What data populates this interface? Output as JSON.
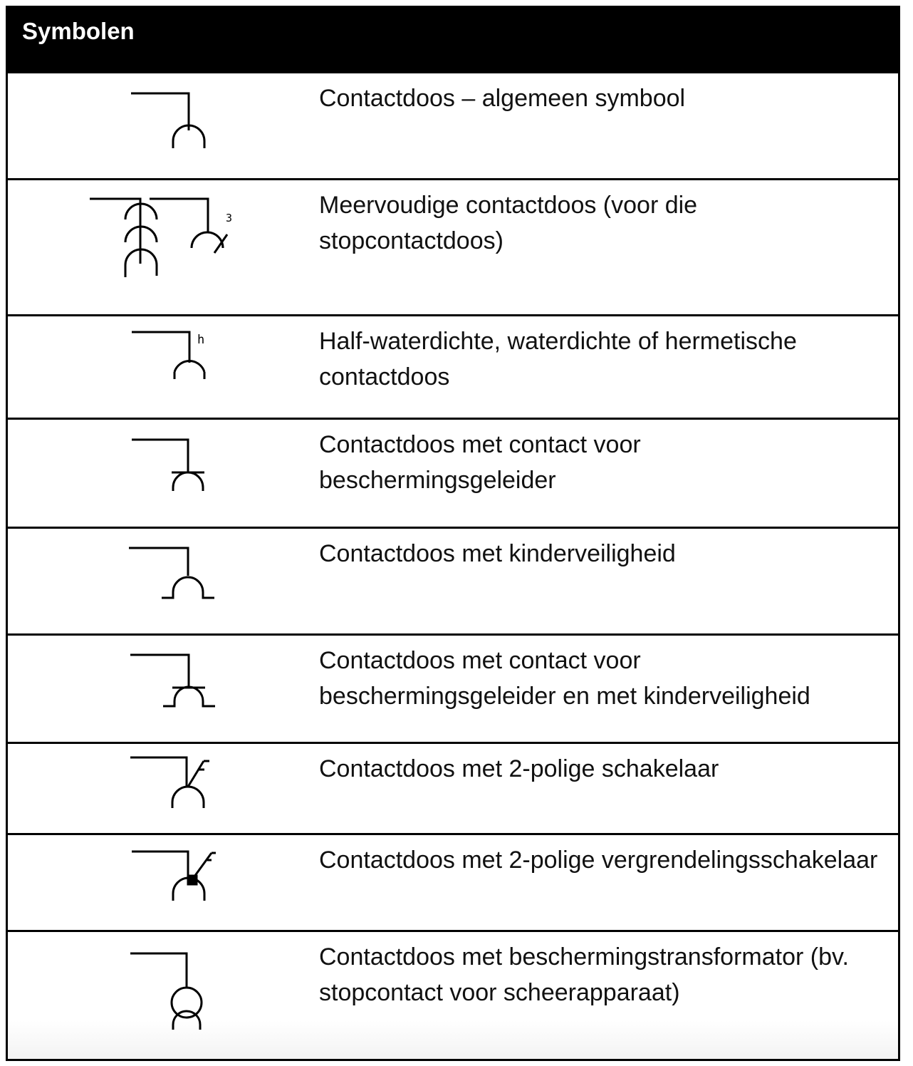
{
  "table": {
    "header": "Symbolen",
    "rows": [
      {
        "symbol": "socket-general-icon",
        "description": "Contactdoos – algemeen symbool"
      },
      {
        "symbol": "socket-multiple-icon",
        "description": "Meervoudige contactdoos (voor die stopcontactdoos)",
        "annotation": "3"
      },
      {
        "symbol": "socket-waterproof-icon",
        "description": "Half-waterdichte, waterdichte of hermetische contactdoos",
        "annotation": "h"
      },
      {
        "symbol": "socket-protective-earth-icon",
        "description": "Contactdoos met contact voor beschermingsgeleider"
      },
      {
        "symbol": "socket-child-safety-icon",
        "description": "Contactdoos met kinderveiligheid"
      },
      {
        "symbol": "socket-earth-child-safety-icon",
        "description": "Contactdoos met contact voor beschermingsgeleider en met kinderveiligheid"
      },
      {
        "symbol": "socket-2pole-switch-icon",
        "description": "Contactdoos met 2-polige schakelaar"
      },
      {
        "symbol": "socket-2pole-interlock-switch-icon",
        "description": "Contactdoos met 2-polige vergrendelingsschakelaar"
      },
      {
        "symbol": "socket-isolating-transformer-icon",
        "description": "Contactdoos met beschermingstransformator (bv. stopcontact voor scheerapparaat)"
      }
    ]
  }
}
